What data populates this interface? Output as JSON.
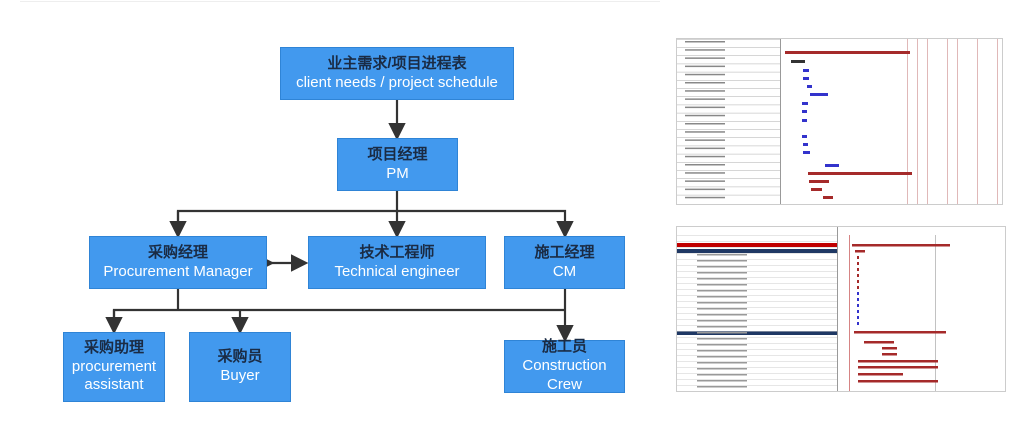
{
  "org_chart": {
    "top": {
      "zh": "业主需求/项目进程表",
      "en": "client needs / project schedule"
    },
    "pm": {
      "zh": "项目经理",
      "en": "PM"
    },
    "procurement_manager": {
      "zh": "采购经理",
      "en": "Procurement Manager"
    },
    "technical_engineer": {
      "zh": "技术工程师",
      "en": "Technical engineer"
    },
    "cm": {
      "zh": "施工经理",
      "en": "CM"
    },
    "procurement_assistant": {
      "zh": "采购助理",
      "en": "procurement assistant"
    },
    "buyer": {
      "zh": "采购员",
      "en": "Buyer"
    },
    "construction_crew": {
      "zh": "施工员",
      "en": "Construction Crew"
    },
    "box_color": "#4299ee",
    "line_color": "#333333"
  },
  "gantt_images": {
    "schedule_1": {
      "bar_colors": [
        "#a52a2a",
        "#3333cc"
      ]
    },
    "schedule_2": {
      "bar_colors": [
        "#a52a2a",
        "#3333cc"
      ],
      "summary_row_color": "#c00000",
      "header_row_color": "#1f3864"
    }
  }
}
